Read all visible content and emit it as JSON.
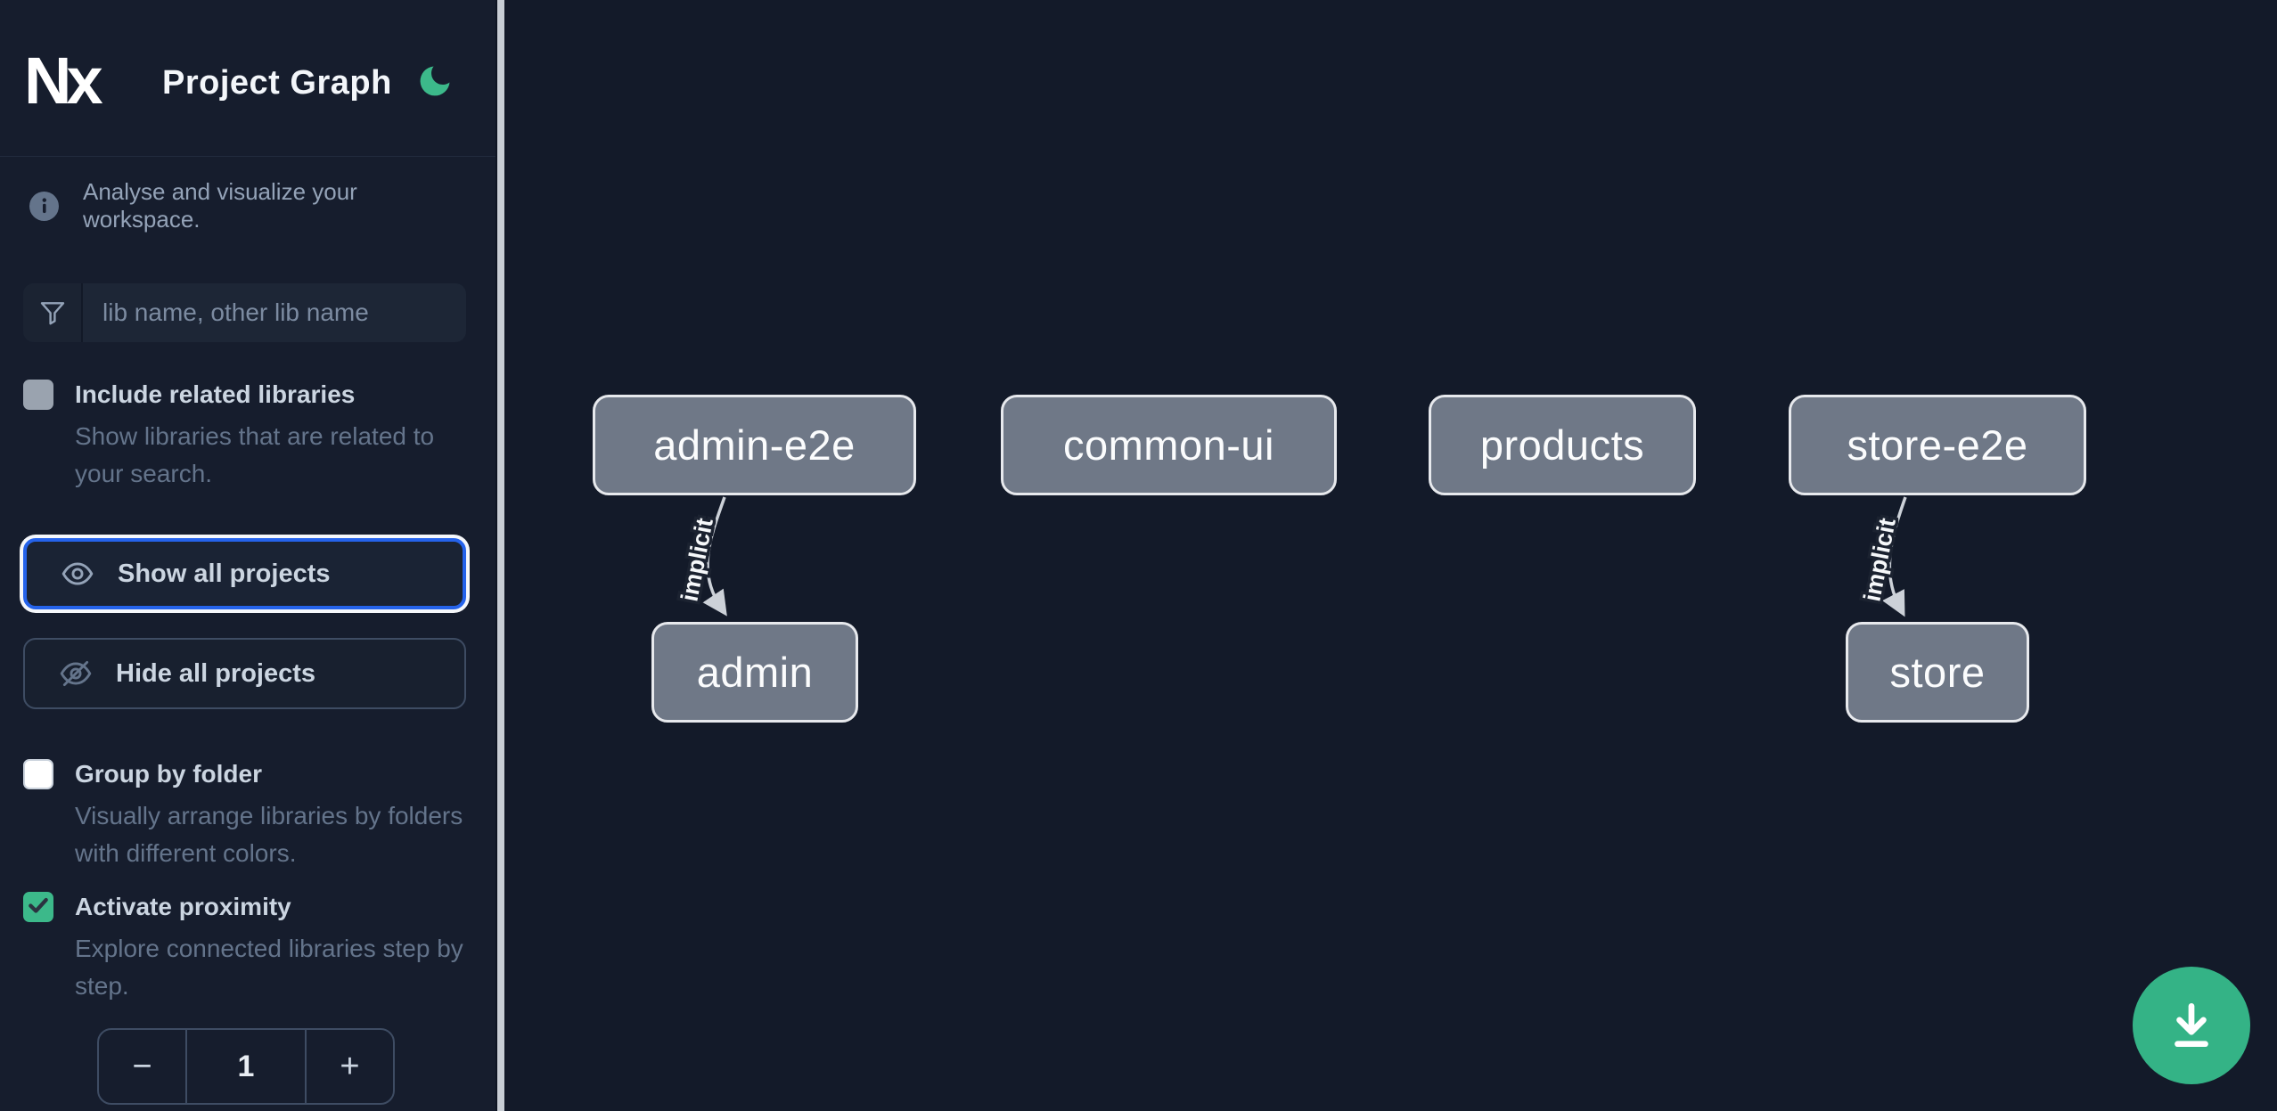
{
  "app": {
    "logo_text": "Nx",
    "title": "Project Graph"
  },
  "sidebar": {
    "tagline": "Analyse and visualize your workspace.",
    "search": {
      "placeholder": "lib name, other lib name",
      "value": ""
    },
    "toggles": [
      {
        "label": "Include related libraries",
        "description": "Show libraries that are related to your search.",
        "checked": false,
        "disabled": true
      },
      {
        "label": "Group by folder",
        "description": "Visually arrange libraries by folders with different colors.",
        "checked": false,
        "disabled": false
      },
      {
        "label": "Activate proximity",
        "description": "Explore connected libraries step by step.",
        "checked": true,
        "disabled": false
      }
    ],
    "actions": {
      "show_all": "Show all projects",
      "hide_all": "Hide all projects"
    },
    "proximity_stepper": {
      "decrement": "−",
      "value": "1",
      "increment": "+"
    }
  },
  "graph": {
    "nodes": [
      {
        "id": "admin-e2e",
        "label": "admin-e2e"
      },
      {
        "id": "common-ui",
        "label": "common-ui"
      },
      {
        "id": "products",
        "label": "products"
      },
      {
        "id": "store-e2e",
        "label": "store-e2e"
      },
      {
        "id": "admin",
        "label": "admin"
      },
      {
        "id": "store",
        "label": "store"
      }
    ],
    "edges": [
      {
        "source": "admin-e2e",
        "target": "admin",
        "type": "implicit",
        "label": "implicit"
      },
      {
        "source": "store-e2e",
        "target": "store",
        "type": "implicit",
        "label": "implicit"
      }
    ]
  },
  "colors": {
    "sidebar_bg": "#161d2d",
    "canvas_bg": "#131a29",
    "accent_green": "#34b386",
    "checkbox_green": "#3cb98a",
    "focus_blue": "#2563eb",
    "node_fill": "#6f7887",
    "node_border": "#e7e9ed",
    "edge_color": "#ccd1d8"
  }
}
